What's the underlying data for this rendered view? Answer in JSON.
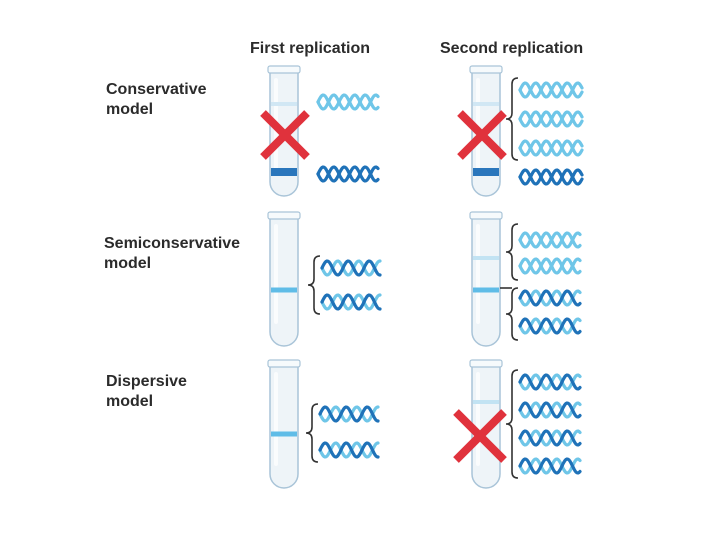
{
  "headers": {
    "first": "First replication",
    "second": "Second replication"
  },
  "models": [
    {
      "line1": "Conservative",
      "line2": "model"
    },
    {
      "line1": "Semiconservative",
      "line2": "model"
    },
    {
      "line1": "Dispersive",
      "line2": "model"
    }
  ],
  "colors": {
    "light_strand": "#6fc6e8",
    "dark_strand": "#1f72b8",
    "light_band": "#56b8e6",
    "dark_band": "#1f6fb8",
    "cross": "#e0323c",
    "tube_outline": "#a9c4d8",
    "tube_fill": "#eef4f8",
    "bracket": "#333333"
  }
}
